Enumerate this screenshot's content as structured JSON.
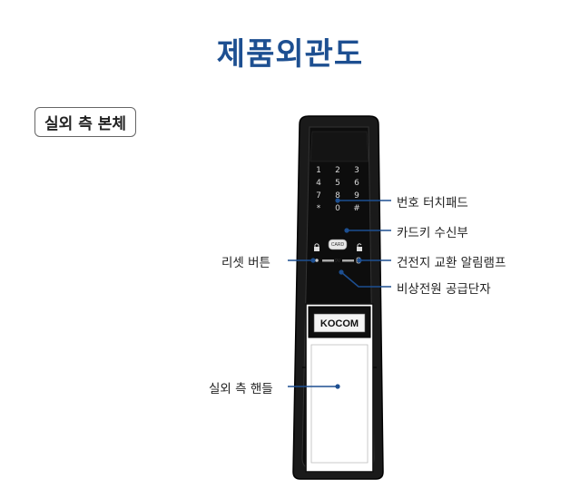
{
  "title": "제품외관도",
  "section_label": "실외 측 본체",
  "callouts": {
    "keypad": "번호 터치패드",
    "card_reader": "카드키 수신부",
    "battery_alarm": "건전지 교환 알림램프",
    "emergency_power": "비상전원 공급단자",
    "reset_button": "리셋 버튼",
    "handle": "실외 측 핸들"
  },
  "keypad_keys": [
    "1",
    "2",
    "3",
    "4",
    "5",
    "6",
    "7",
    "8",
    "9",
    "*",
    "0",
    "#"
  ],
  "card_label": "CARD",
  "brand_logo": "KOCOM",
  "colors": {
    "title": "#1d4f91",
    "callout_line": "#1d4f91",
    "device_body": "#111111"
  }
}
